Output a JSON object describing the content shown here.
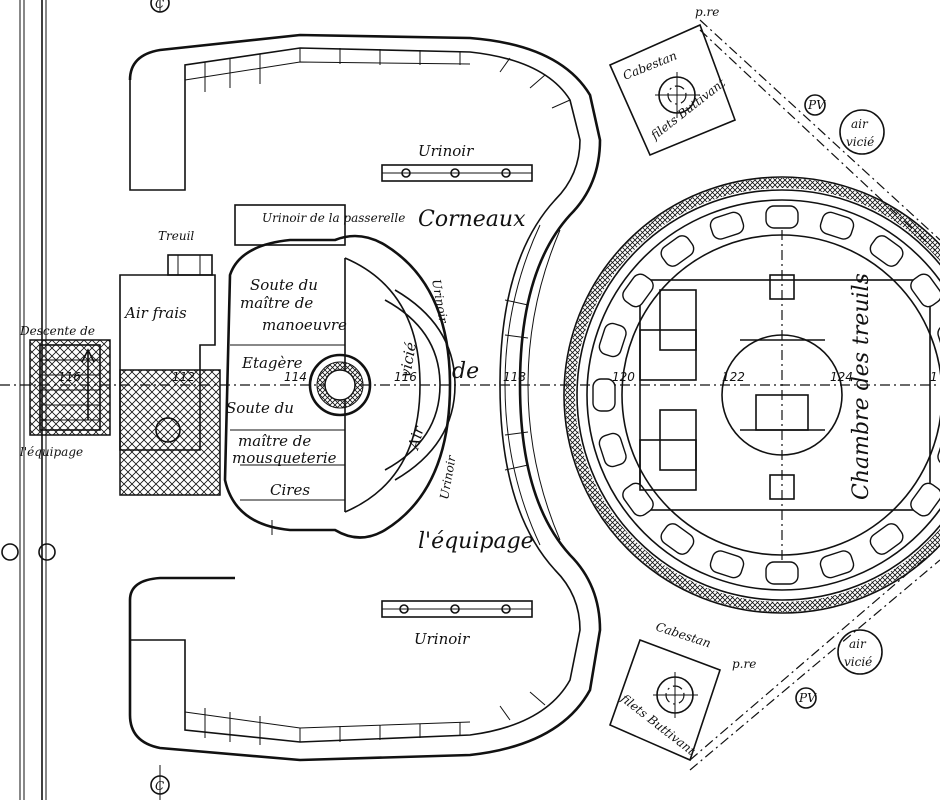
{
  "labels": {
    "urinoir_top": "Urinoir",
    "urinoir_bottom": "Urinoir",
    "urinoir_passerelle": "Urinoir de la passerelle",
    "urinoir_arc_top": "Urinoir",
    "urinoir_arc_bottom": "Urinoir",
    "corneaux": "Corneaux",
    "de": "de",
    "equipage": "l'équipage",
    "treuil": "Treuil",
    "air_frais": "Air frais",
    "descente": "Descente de",
    "descente_equipage": "l'équipage",
    "soute_manoeuvre_1": "Soute du",
    "soute_manoeuvre_2": "maître de",
    "soute_manoeuvre_3": "manoeuvre",
    "etagere": "Etagère",
    "soute_mousq_1": "Soute du",
    "soute_mousq_2": "maître de",
    "soute_mousq_3": "mousqueterie",
    "cires": "Cires",
    "air_vicie_arc_1": "Air",
    "air_vicie_arc_2": "vicié",
    "chambre": "Chambre des treuils",
    "cabestan_top": "Cabestan",
    "cabestan_bottom": "Cabestan",
    "cabestan_sup_top": "p.re",
    "cabestan_sup_bottom": "p.re",
    "filets_top": "filets Buttivant",
    "filets_bottom": "filets Buttivant",
    "air_vicie_top_1": "air",
    "air_vicie_top_2": "vicié",
    "air_vicie_bottom_1": "air",
    "air_vicie_bottom_2": "vicié",
    "pv_top": "PV",
    "pv_bottom": "PV",
    "c_top": "C",
    "c_bottom": "C",
    "frame_116_left": "116"
  },
  "frames": [
    "112",
    "114",
    "116",
    "118",
    "120",
    "122",
    "124",
    "1"
  ],
  "icons": [
    "capstan-icon",
    "winch-icon",
    "vent-circle-icon",
    "pillar-icon"
  ]
}
